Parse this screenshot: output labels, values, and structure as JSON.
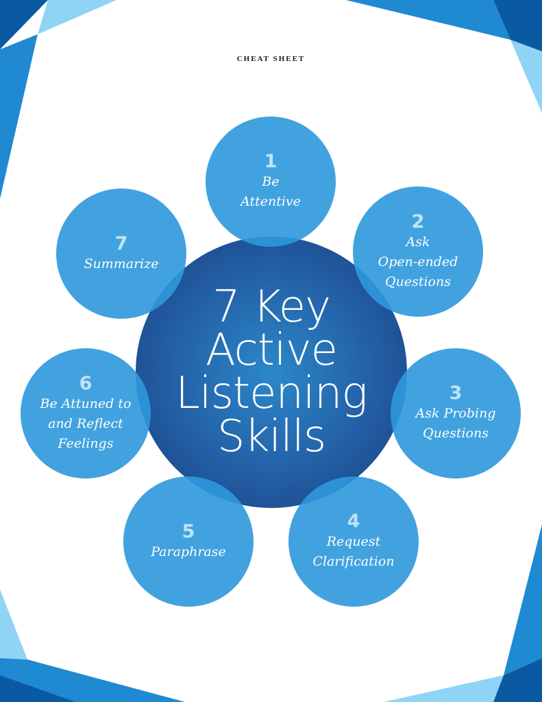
{
  "header": {
    "kicker": "CHEAT SHEET"
  },
  "hub": {
    "title": "7 Key\nActive\nListening\nSkills"
  },
  "skills": [
    {
      "number": "1",
      "label": "Be\nAttentive"
    },
    {
      "number": "2",
      "label": "Ask\nOpen-ended\nQuestions"
    },
    {
      "number": "3",
      "label": "Ask Probing\nQuestions"
    },
    {
      "number": "4",
      "label": "Request\nClarification"
    },
    {
      "number": "5",
      "label": "Paraphrase"
    },
    {
      "number": "6",
      "label": "Be Attuned to\nand Reflect\nFeelings"
    },
    {
      "number": "7",
      "label": "Summarize"
    }
  ],
  "colors": {
    "bubble": "#2e98db",
    "hub": "#0c509e",
    "number": "#bfe3f6",
    "frame_dark": "#0a5aa3",
    "frame_mid": "#1f8ad1",
    "frame_light": "#8fd3f5"
  }
}
